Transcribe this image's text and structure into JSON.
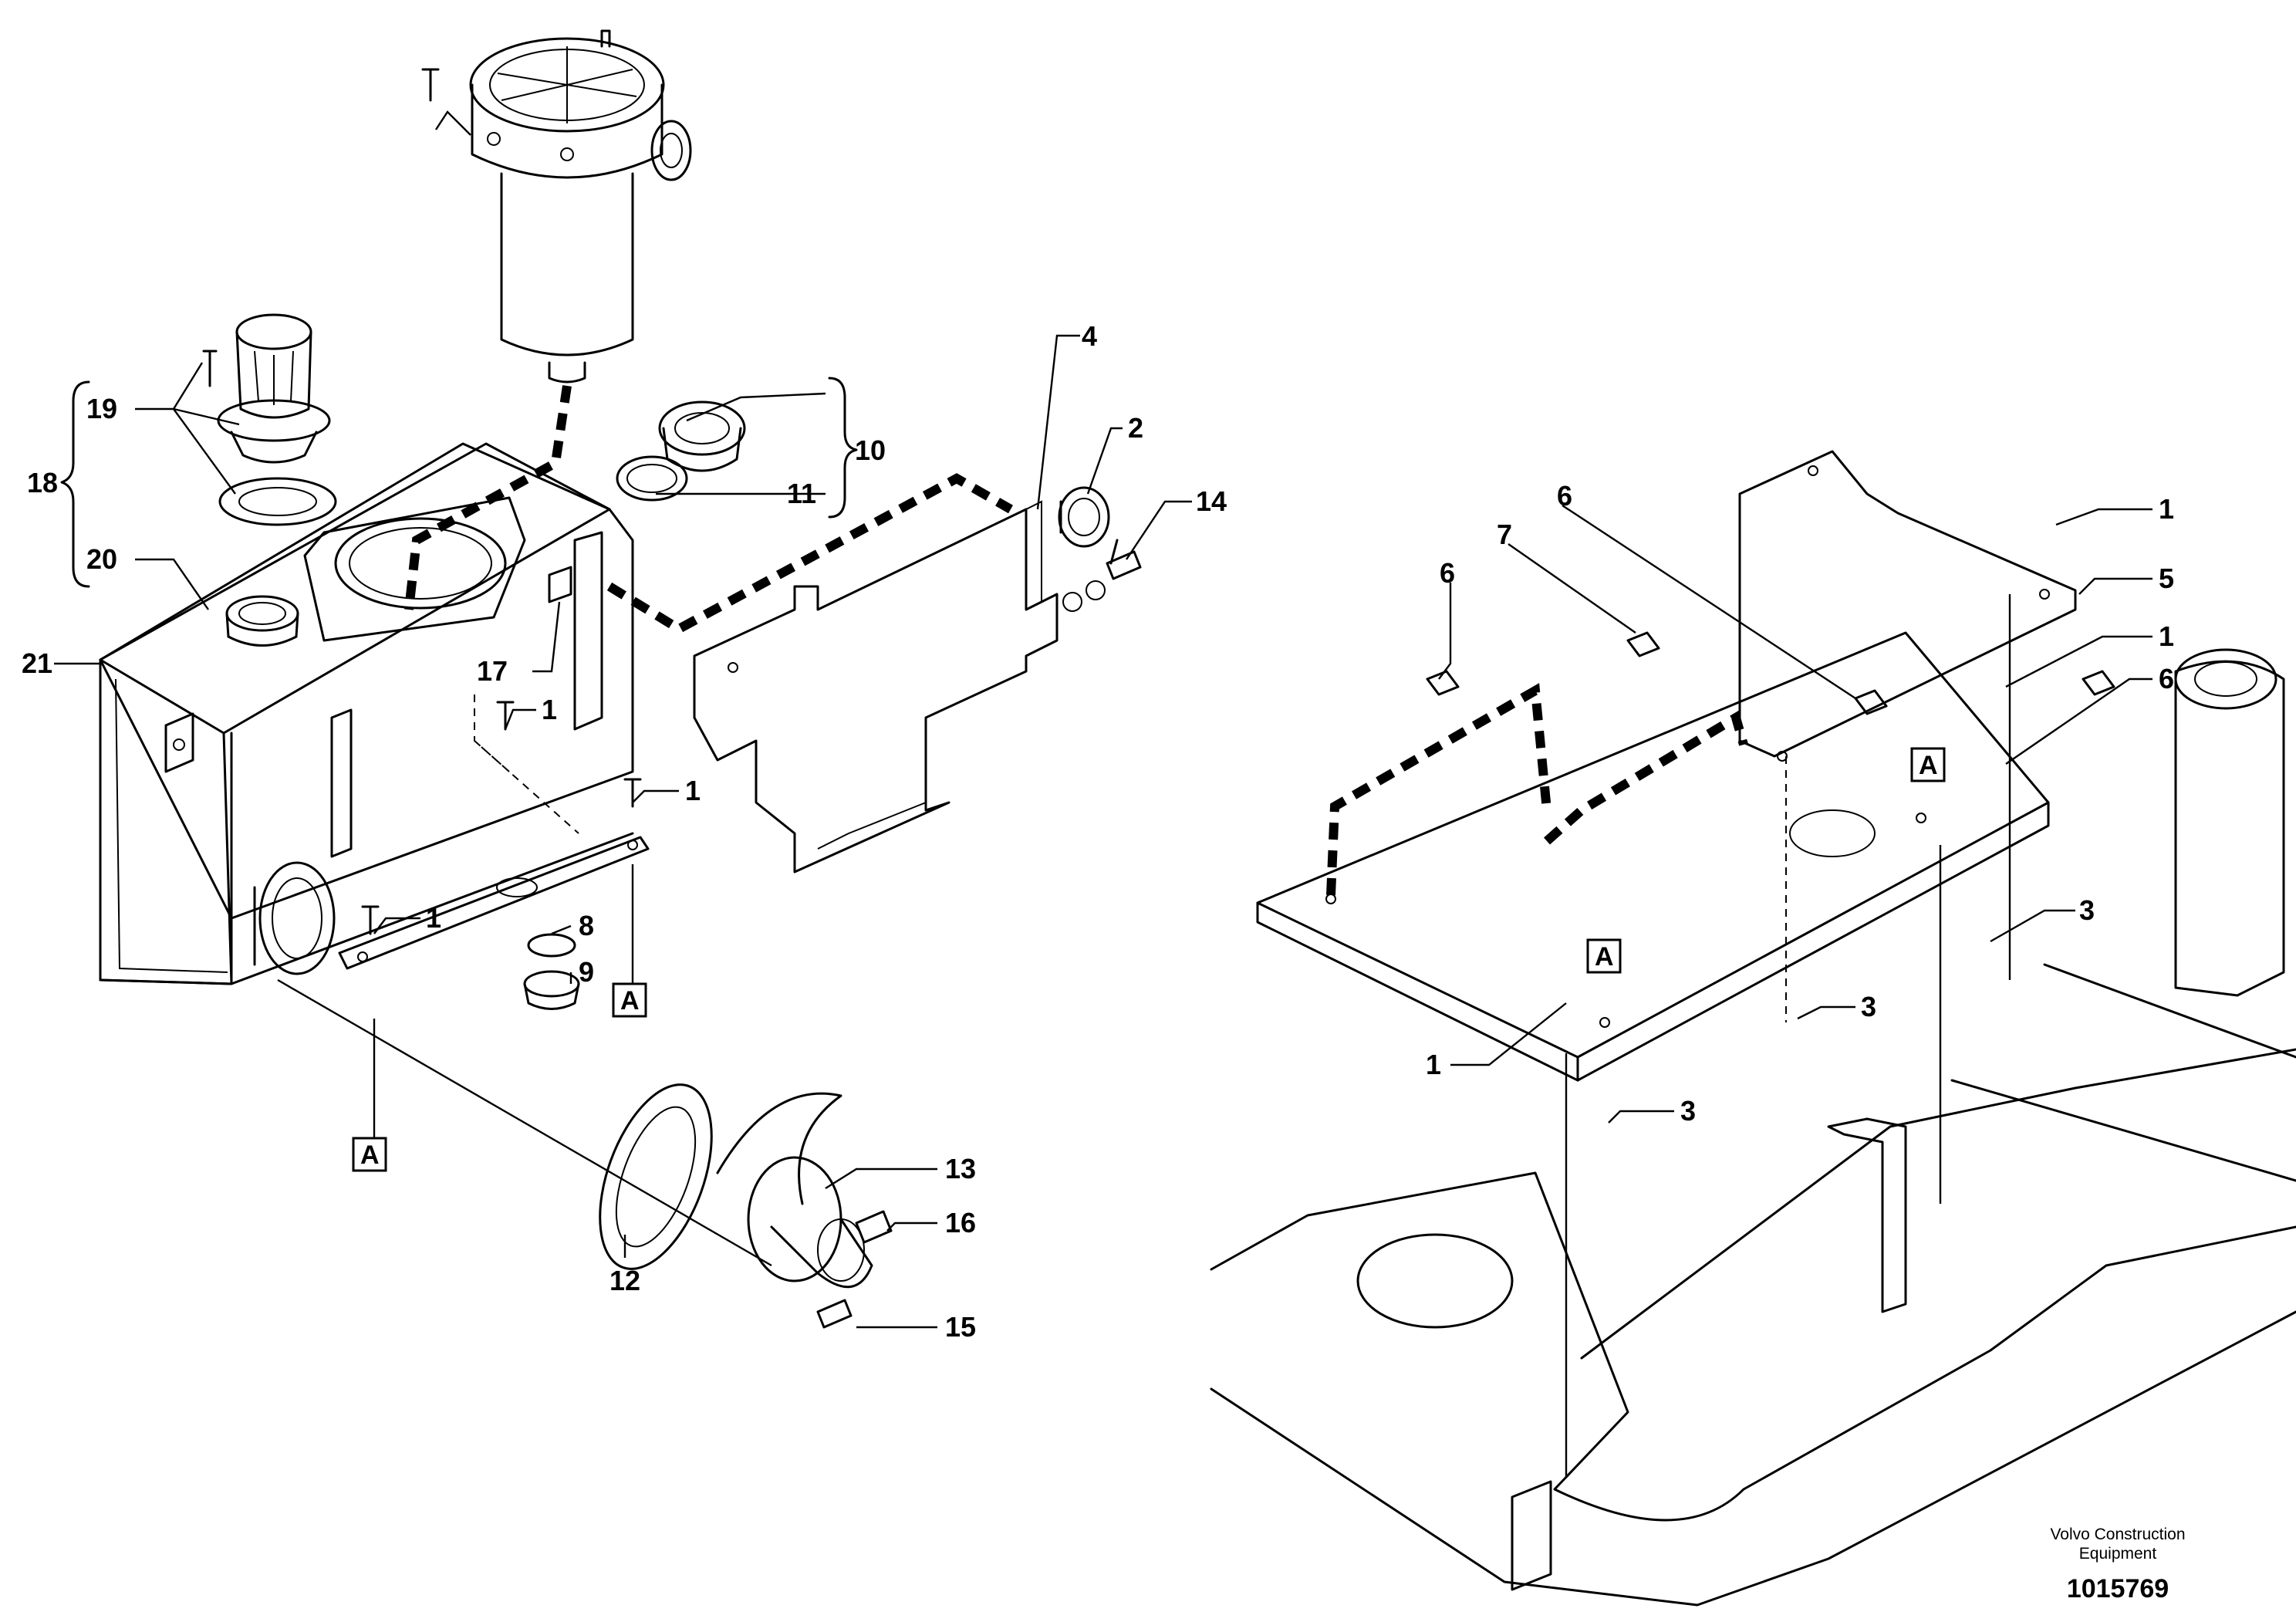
{
  "labels": {
    "l1": "1",
    "l2": "2",
    "l3": "3",
    "l4": "4",
    "l5": "5",
    "l6": "6",
    "l7": "7",
    "l8": "8",
    "l9": "9",
    "l10": "10",
    "l11": "11",
    "l12": "12",
    "l13": "13",
    "l14": "14",
    "l15": "15",
    "l16": "16",
    "l17": "17",
    "l18": "18",
    "l19": "19",
    "l20": "20",
    "l21": "21"
  },
  "ref_marker": "A",
  "footer": {
    "company_line1": "Volvo Construction",
    "company_line2": "Equipment",
    "document_number": "1015769"
  }
}
